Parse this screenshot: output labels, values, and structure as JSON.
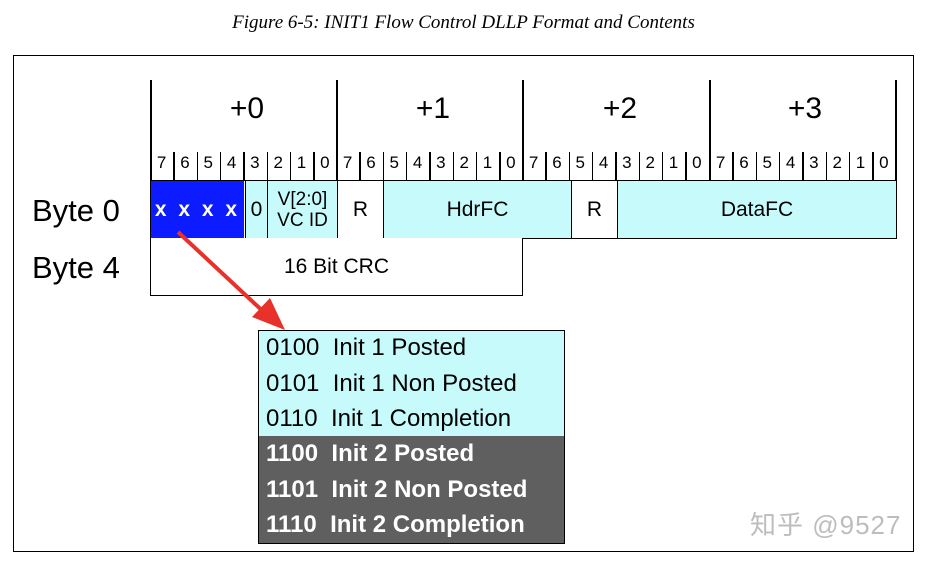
{
  "caption": "Figure 6-5: INIT1 Flow Control DLLP Format and Contents",
  "byte_offsets": [
    "+0",
    "+1",
    "+2",
    "+3"
  ],
  "bit_labels": [
    "7",
    "6",
    "5",
    "4",
    "3",
    "2",
    "1",
    "0"
  ],
  "row_labels": {
    "byte0": "Byte 0",
    "byte4": "Byte 4"
  },
  "fields": {
    "type": "x x x x",
    "zero": "0",
    "vc_line1": "V[2:0]",
    "vc_line2": "VC ID",
    "reserved1": "R",
    "hdrfc": "HdrFC",
    "reserved2": "R",
    "datafc": "DataFC",
    "crc": "16 Bit CRC"
  },
  "legend": [
    {
      "code": "0100",
      "label": "Init 1 Posted",
      "style": "light"
    },
    {
      "code": "0101",
      "label": "Init 1 Non Posted",
      "style": "light"
    },
    {
      "code": "0110",
      "label": "Init 1 Completion",
      "style": "light"
    },
    {
      "code": "1100",
      "label": "Init 2 Posted",
      "style": "dark"
    },
    {
      "code": "1101",
      "label": "Init 2 Non Posted",
      "style": "dark"
    },
    {
      "code": "1110",
      "label": "Init 2 Completion",
      "style": "dark"
    }
  ],
  "colors": {
    "type_field": "#0c1bff",
    "cyan_field": "#c7fbfb",
    "legend_light": "#c7fbfb",
    "legend_dark": "#5f5f5f",
    "arrow": "#e8312a"
  },
  "watermark": "知乎 @9527"
}
